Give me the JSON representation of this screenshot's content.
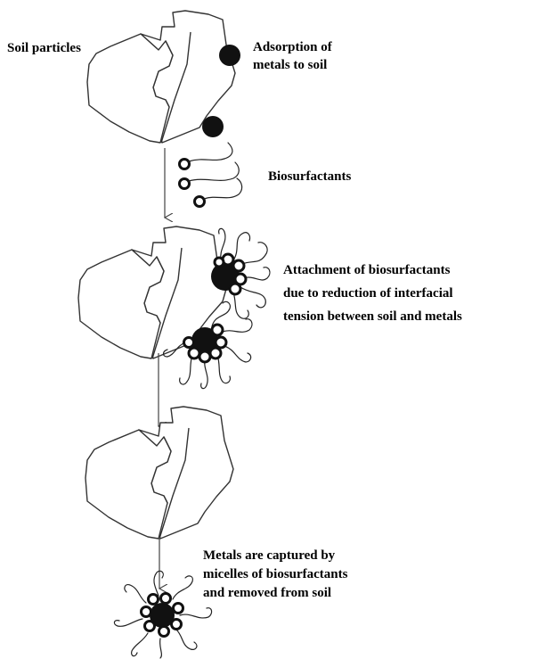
{
  "labels": {
    "soil_particles": "Soil particles",
    "adsorption_line1": "Adsorption of",
    "adsorption_line2": "metals to soil",
    "biosurfactants": "Biosurfactants",
    "attachment_line1": "Attachment of  biosurfactants",
    "attachment_line2": "due to reduction of interfacial",
    "attachment_line3": "tension between soil and metals",
    "captured_line1": "Metals are captured by",
    "captured_line2": "micelles of biosurfactants",
    "captured_line3": "and removed from soil"
  },
  "colors": {
    "metal": "#111111",
    "outline": "#333333",
    "text": "#000000"
  }
}
